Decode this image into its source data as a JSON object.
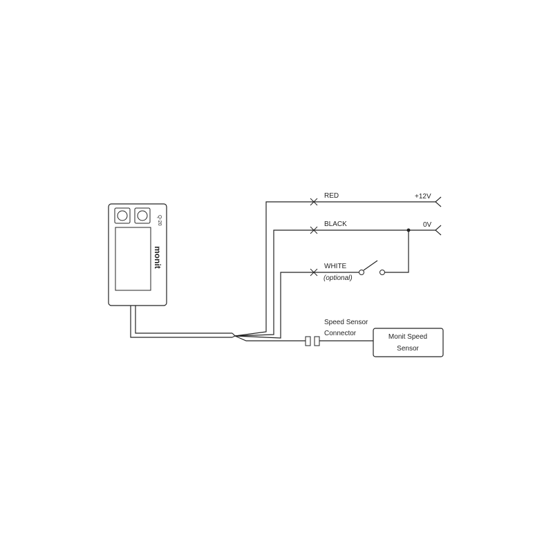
{
  "device": {
    "brand": "monit",
    "model": "Q-20"
  },
  "wires": {
    "red": {
      "label": "RED",
      "terminal": "+12V"
    },
    "black": {
      "label": "BLACK",
      "terminal": "0V"
    },
    "white": {
      "label": "WHITE",
      "note": "(optional)"
    }
  },
  "connector": {
    "label_line1": "Speed Sensor",
    "label_line2": "Connector"
  },
  "sensor": {
    "label_line1": "Monit Speed",
    "label_line2": "Sensor"
  },
  "colors": {
    "line": "#222222",
    "background": "#ffffff"
  }
}
